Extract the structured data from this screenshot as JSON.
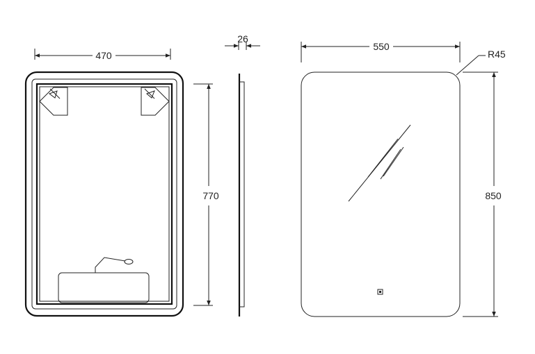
{
  "colors": {
    "line": "#222222",
    "background": "#ffffff"
  },
  "dimensions": {
    "back_width": "470",
    "back_height": "770",
    "depth": "26",
    "front_width": "550",
    "front_height": "850",
    "corner_radius": "R45"
  },
  "icons": {
    "led_lamp": "led-lamp-icon",
    "driver": "driver-box-icon",
    "touch_switch": "touch-switch-icon"
  }
}
